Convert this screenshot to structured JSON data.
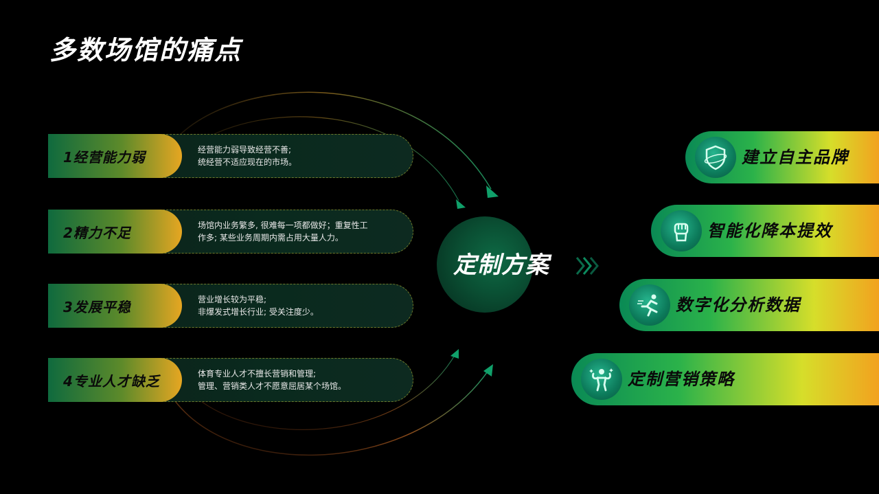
{
  "title": "多数场馆的痛点",
  "pain_points": [
    {
      "label": "1经营能力弱",
      "lines": [
        "经营能力弱导致经营不善;",
        "统经营不适应现在的市场。"
      ]
    },
    {
      "label": "2精力不足",
      "lines": [
        "场馆内业务繁多, 很难每一项都做好；重复性工",
        "作多; 某些业务周期内需占用大量人力。"
      ]
    },
    {
      "label": "3发展平稳",
      "lines": [
        "营业增长较为平稳;",
        "非爆发式增长行业; 受关注度少。"
      ]
    },
    {
      "label": "4专业人才缺乏",
      "lines": [
        "体育专业人才不擅长营销和管理;",
        "管理、营销类人才不愿意屈居某个场馆。"
      ]
    }
  ],
  "center": {
    "label": "定制方案"
  },
  "solutions": [
    {
      "label": "建立自主品牌",
      "icon": "shield-icon"
    },
    {
      "label": "智能化降本提效",
      "icon": "fist-icon"
    },
    {
      "label": "数字化分析数据",
      "icon": "runner-icon"
    },
    {
      "label": "定制营销策略",
      "icon": "muscle-man-icon"
    }
  ]
}
